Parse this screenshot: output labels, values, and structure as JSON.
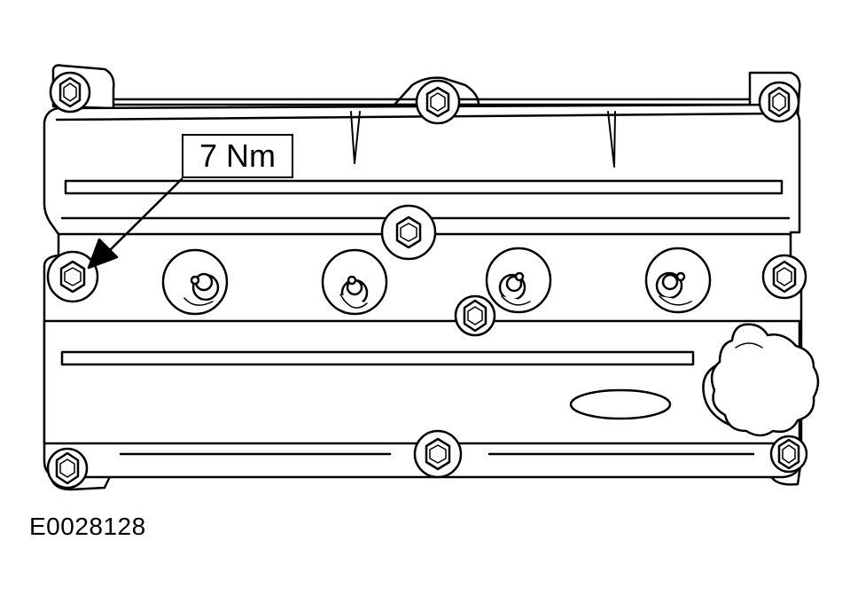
{
  "callout": {
    "torque": "7 Nm"
  },
  "figure": {
    "id": "E0028128"
  },
  "colors": {
    "line": "#000000",
    "fill": "#ffffff"
  },
  "parts": {
    "bolts": 10,
    "spark_plug_wells": 4,
    "oil_filler_cap": 1
  }
}
